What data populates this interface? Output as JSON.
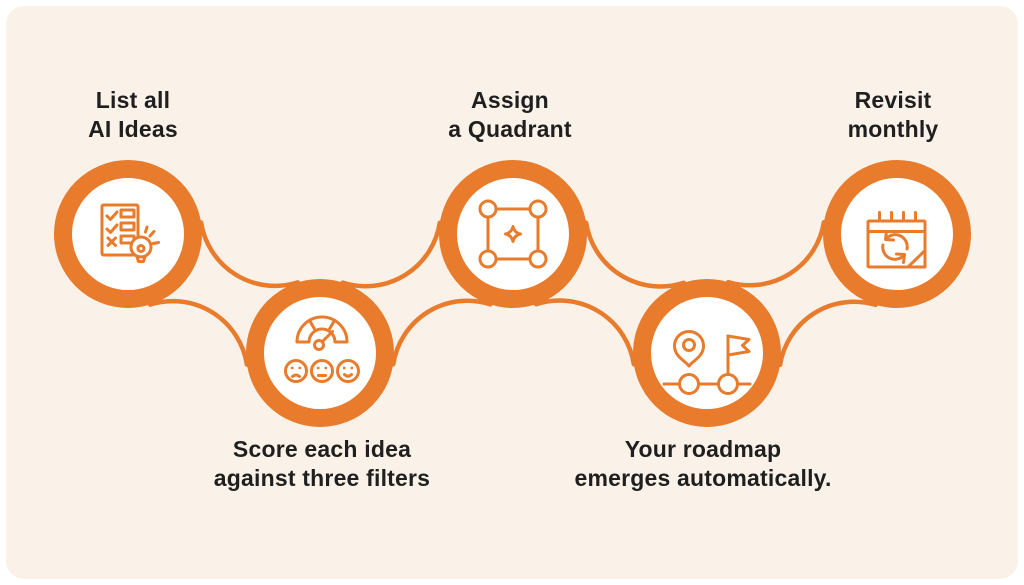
{
  "colors": {
    "accent_orange": "#e87b2c",
    "card_background": "#faf2e9",
    "page_background": "#ffffff",
    "circle_fill": "#ffffff",
    "text_color": "#1f1f1f"
  },
  "steps": [
    {
      "line1": "List all",
      "line2": "AI Ideas",
      "icon": "checklist-lightbulb-icon",
      "row": "top"
    },
    {
      "line1": "Score each idea",
      "line2": "against three filters",
      "icon": "gauge-sentiment-icon",
      "row": "bottom"
    },
    {
      "line1": "Assign",
      "line2": "a Quadrant",
      "icon": "quadrant-corners-icon",
      "row": "top"
    },
    {
      "line1": "Your roadmap",
      "line2": "emerges automatically.",
      "icon": "roadmap-milestones-icon",
      "row": "bottom"
    },
    {
      "line1": "Revisit",
      "line2": "monthly",
      "icon": "calendar-refresh-icon",
      "row": "top"
    }
  ]
}
